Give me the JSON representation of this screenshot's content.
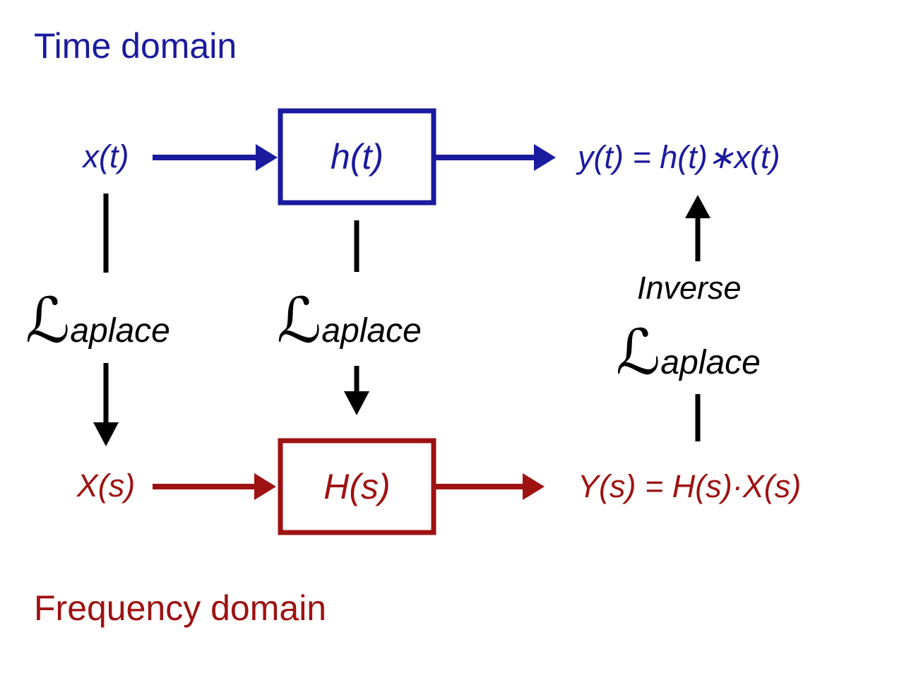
{
  "colors": {
    "blue": "#1a1a9e",
    "red": "#9e1212",
    "black": "#000000",
    "background": "#ffffff"
  },
  "header": {
    "time_domain_title": "Time domain"
  },
  "footer": {
    "frequency_domain_title": "Frequency domain"
  },
  "time_row": {
    "input_signal": "x(t)",
    "system_label": "h(t)",
    "output_equation": "y(t) = h(t)∗x(t)"
  },
  "frequency_row": {
    "input_signal": "X(s)",
    "system_label": "H(s)",
    "output_equation": "Y(s) = H(s)·X(s)"
  },
  "transform": {
    "script_letter": "ℒ",
    "word_rest": "aplace",
    "inverse_label": "Inverse"
  }
}
